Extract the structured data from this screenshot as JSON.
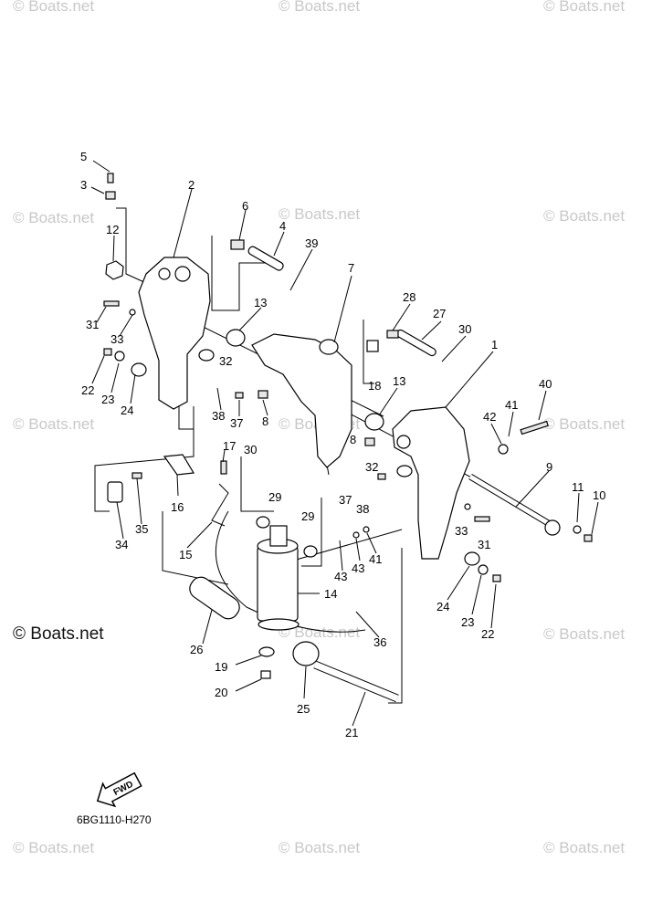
{
  "diagram": {
    "code": "6BG1110-H270",
    "fwd_label": "FWD",
    "main_watermark": "© Boats.net",
    "watermark": "© Boats.net",
    "callouts": [
      "5",
      "3",
      "2",
      "12",
      "6",
      "4",
      "39",
      "31",
      "33",
      "13",
      "7",
      "28",
      "27",
      "30",
      "1",
      "22",
      "23",
      "24",
      "32",
      "38",
      "37",
      "8",
      "18",
      "13",
      "40",
      "41",
      "42",
      "17",
      "30",
      "8",
      "32",
      "9",
      "37",
      "38",
      "16",
      "29",
      "11",
      "10",
      "29",
      "33",
      "31",
      "35",
      "34",
      "15",
      "43",
      "43",
      "41",
      "14",
      "24",
      "23",
      "22",
      "26",
      "36",
      "19",
      "20",
      "25",
      "21"
    ]
  }
}
